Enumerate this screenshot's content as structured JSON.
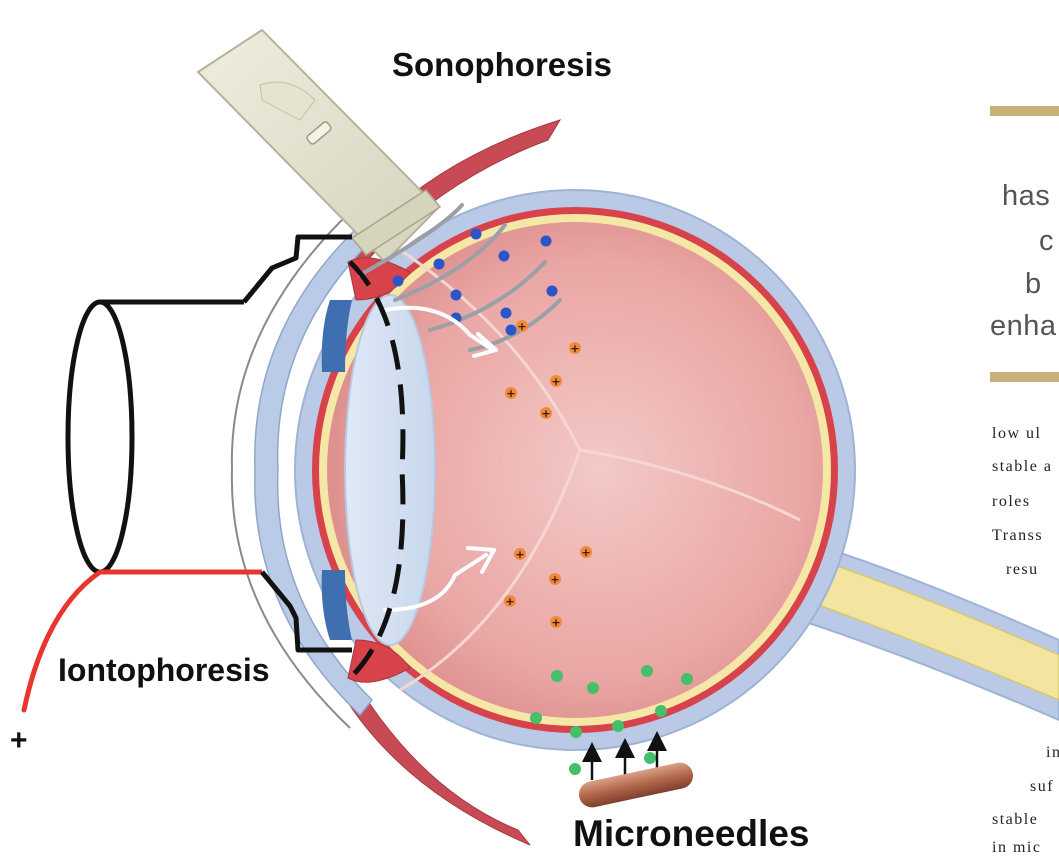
{
  "labels": {
    "sonophoresis": "Sonophoresis",
    "iontophoresis": "Iontophoresis",
    "microneedles": "Microneedles",
    "anode_sign": "+"
  },
  "side_text": {
    "large_lines": [
      "has",
      "c",
      "b",
      "enha"
    ],
    "small_lines": [
      "low ul",
      "stable a",
      "roles",
      "Transs",
      "resu",
      "in",
      "suf",
      "stable",
      "in mic"
    ]
  },
  "particles": {
    "ion_sign": "+"
  },
  "colors": {
    "sonophoresis_dots": "#2b55c8",
    "iontophoresis_dots": "#f08a3a",
    "microneedle_dots": "#44c06a",
    "ionto_wire": "#e8352e",
    "accent_bar": "#c9b27a"
  }
}
